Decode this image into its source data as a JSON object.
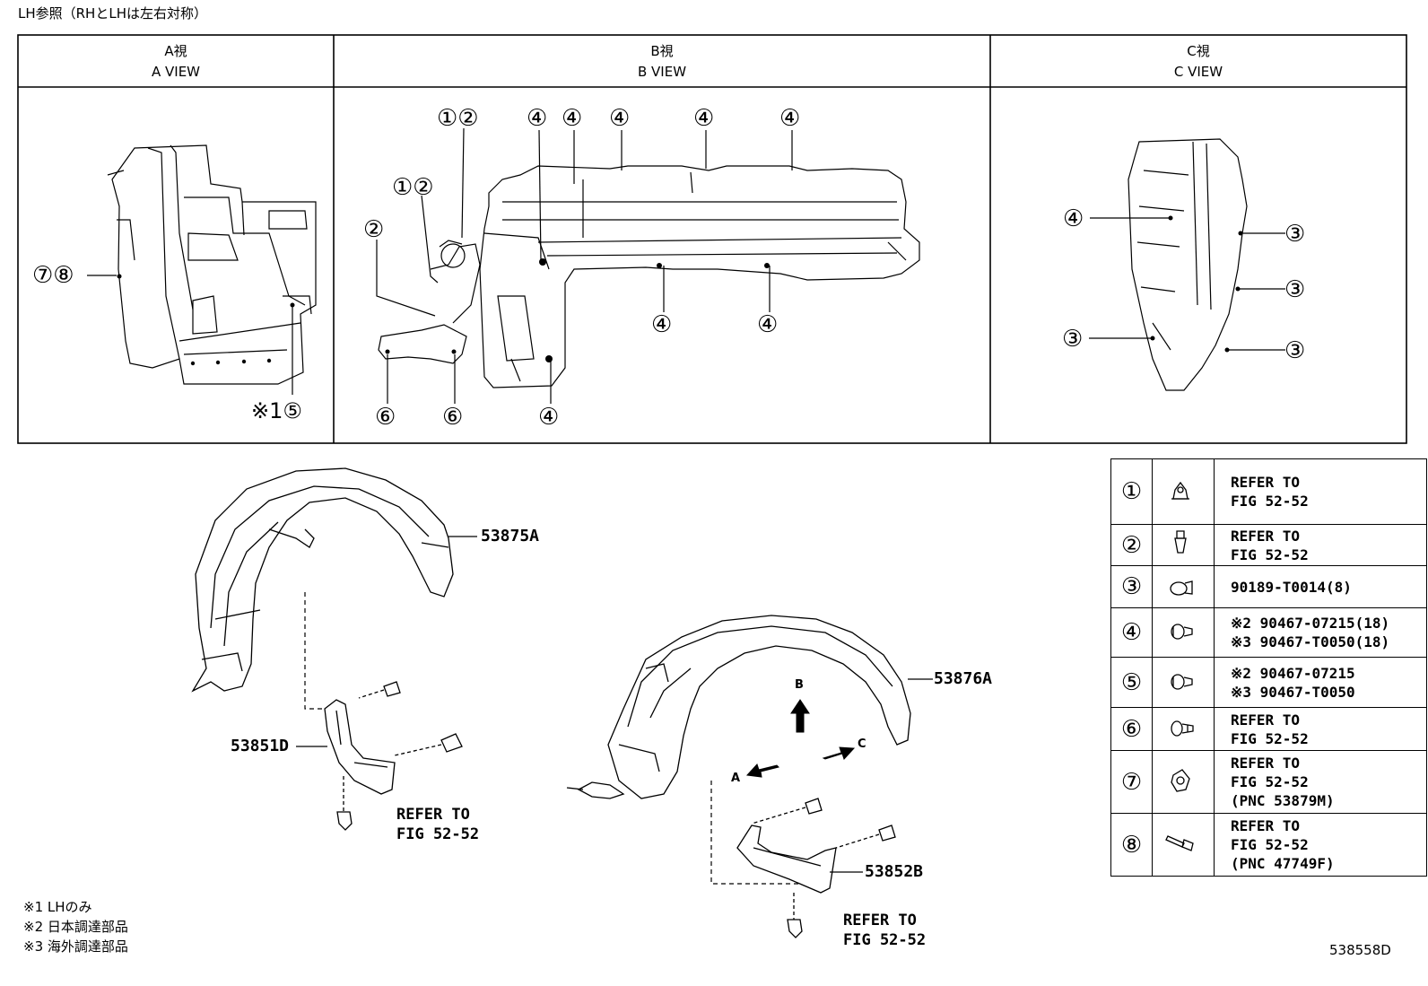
{
  "header": {
    "note": "LH参照（RHとLHは左右対称）"
  },
  "views": [
    {
      "jp": "A視",
      "en": "A VIEW"
    },
    {
      "jp": "B視",
      "en": "B VIEW"
    },
    {
      "jp": "C視",
      "en": "C VIEW"
    }
  ],
  "callouts": {
    "a_view": {
      "c78": "⑦⑧",
      "note5": "※1⑤"
    },
    "b_view": {
      "c12_top": "①②",
      "c12_mid": "①②",
      "c2": "②",
      "c4": "④",
      "c6": "⑥"
    },
    "c_view": {
      "c4": "④",
      "c3": "③"
    }
  },
  "parts": {
    "p53875A": "53875A",
    "p53876A": "53876A",
    "p53851D": "53851D",
    "p53852B": "53852B"
  },
  "refer": {
    "left": "REFER TO\nFIG 52-52",
    "right": "REFER TO\nFIG 52-52"
  },
  "arrows": {
    "a": "A",
    "b": "B",
    "c": "C"
  },
  "legend": [
    {
      "num": "①",
      "icon": "clip-icon",
      "text": "REFER TO\nFIG 52-52"
    },
    {
      "num": "②",
      "icon": "screw-grommet-icon",
      "text": "REFER TO\nFIG 52-52"
    },
    {
      "num": "③",
      "icon": "push-clip-icon",
      "text": "90189-T0014(8)"
    },
    {
      "num": "④",
      "icon": "screw-clip-icon",
      "text": "※2 90467-07215(18)\n※3 90467-T0050(18)"
    },
    {
      "num": "⑤",
      "icon": "screw-clip-icon",
      "text": "※2 90467-07215\n※3 90467-T0050"
    },
    {
      "num": "⑥",
      "icon": "rivet-clip-icon",
      "text": "REFER TO\nFIG 52-52"
    },
    {
      "num": "⑦",
      "icon": "nut-clip-icon",
      "text": "REFER TO\nFIG 52-52\n(PNC 53879M)"
    },
    {
      "num": "⑧",
      "icon": "bolt-icon",
      "text": "REFER TO\nFIG 52-52\n(PNC 47749F)"
    }
  ],
  "footnotes": [
    "※1 LHのみ",
    "※2 日本調達部品",
    "※3 海外調達部品"
  ],
  "figure_id": "538558D"
}
